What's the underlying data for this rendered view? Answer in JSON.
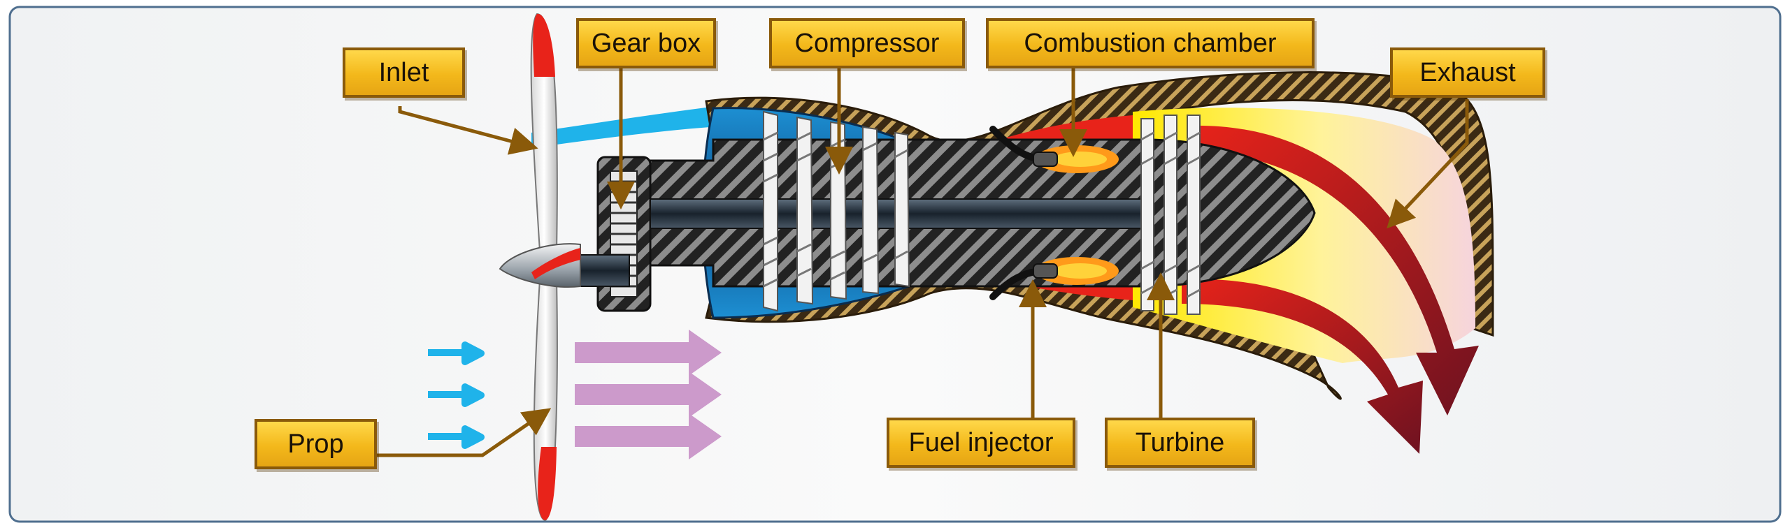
{
  "labels": {
    "inlet": "Inlet",
    "gear_box": "Gear box",
    "compressor": "Compressor",
    "combustion_chamber": "Combustion chamber",
    "exhaust": "Exhaust",
    "prop": "Prop",
    "fuel_injector": "Fuel injector",
    "turbine": "Turbine"
  },
  "colors": {
    "frame": "#4f6f8f",
    "label_fill": "#f3b81b",
    "label_border": "#8a5a0a",
    "leader": "#8a5a0a",
    "intake_air": "#1fb3ea",
    "flow_arrow": "#cc9acb",
    "flame": "#e8231a",
    "exhaust_gas": "#ffe800",
    "casing": "#3b2a14"
  }
}
